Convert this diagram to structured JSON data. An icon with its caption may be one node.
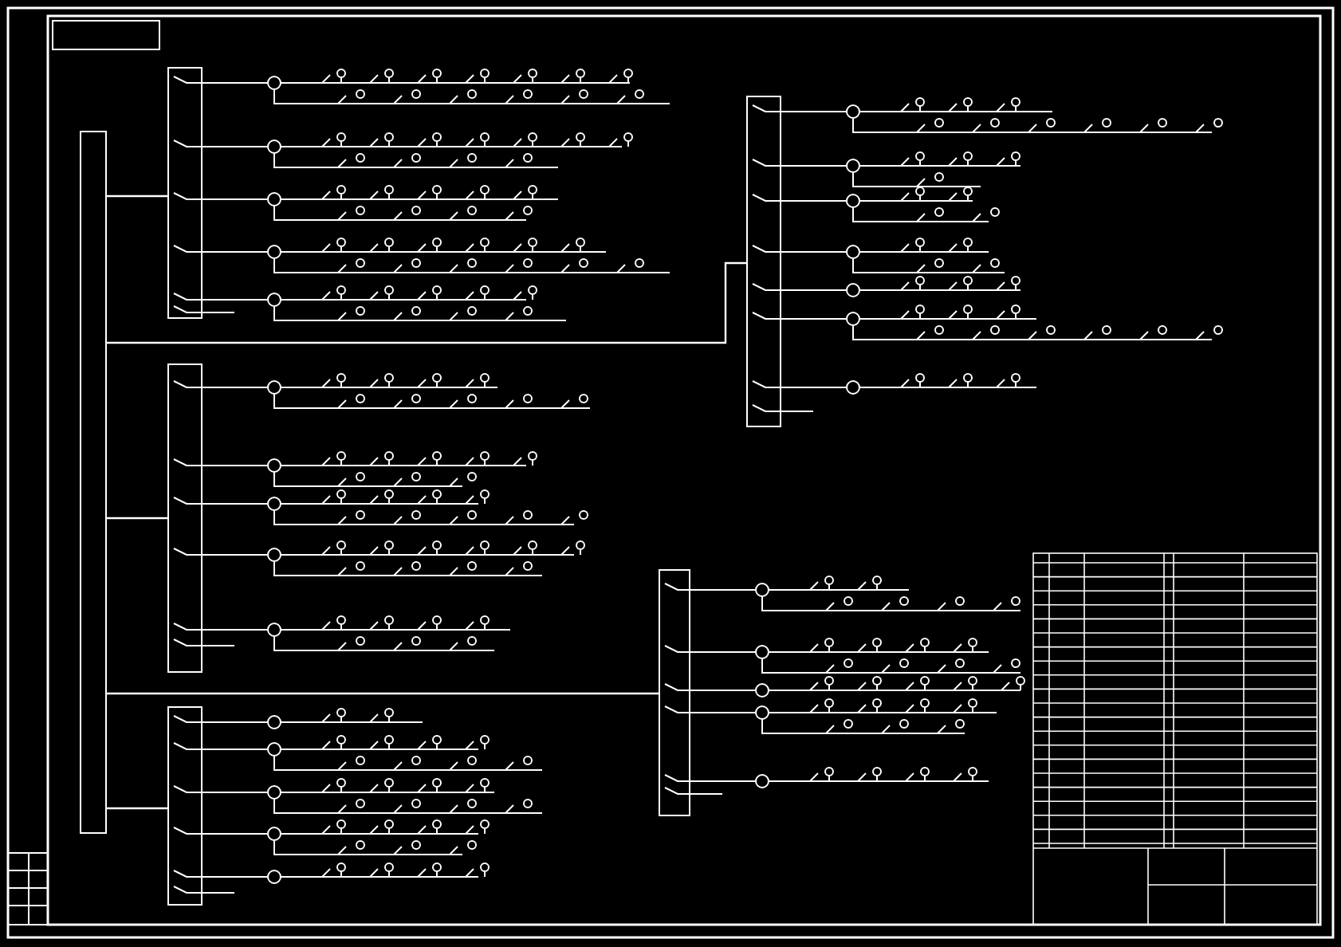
{
  "diagram": {
    "nodes": [
      {
        "text": [],
        "shape": "box"
      },
      {
        "text": [],
        "shape": "box"
      },
      {
        "text": [],
        "shape": "box"
      },
      {
        "text": [],
        "shape": "box"
      },
      {
        "text": [],
        "shape": "box"
      },
      {
        "text": [],
        "shape": "box"
      }
    ],
    "edges": [
      {
        "from": 0,
        "to": 1,
        "arrow": "none"
      },
      {
        "from": 0,
        "to": 4,
        "arrow": "none"
      },
      {
        "from": 0,
        "to": 2,
        "arrow": "none"
      },
      {
        "from": 0,
        "to": 5,
        "arrow": "none"
      },
      {
        "from": 0,
        "to": 3,
        "arrow": "none"
      }
    ]
  }
}
